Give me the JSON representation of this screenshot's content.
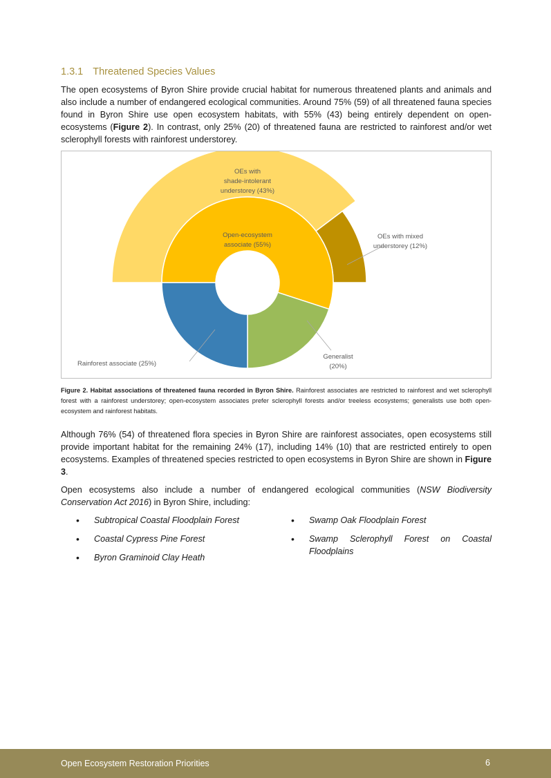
{
  "section": {
    "number": "1.3.1",
    "title": "Threatened Species Values"
  },
  "paragraph1": {
    "before_bold": "The open ecosystems of Byron Shire provide crucial habitat for numerous threatened plants and animals and also include a number of endangered ecological communities. Around 75% (59) of all threatened fauna species found in Byron Shire use open ecosystem habitats, with 55% (43) being entirely dependent on open-ecosystems (",
    "bold": "Figure 2",
    "after_bold": "). In contrast, only 25% (20) of threatened fauna are restricted to rainforest and/or wet sclerophyll forests with rainforest understorey."
  },
  "chart_data": {
    "type": "pie",
    "inner_ring": [
      {
        "label": "Open-ecosystem associate (55%)",
        "label_lines": [
          "Open-ecosystem",
          "associate (55%)"
        ],
        "value": 55,
        "color": "#ffc000"
      },
      {
        "label": "Generalist (20%)",
        "label_lines": [
          "Generalist",
          "(20%)"
        ],
        "value": 20,
        "color": "#9bbb59"
      },
      {
        "label": "Rainforest associate (25%)",
        "label_lines": [
          "Rainforest associate (25%)"
        ],
        "value": 25,
        "color": "#3a7fb5"
      }
    ],
    "outer_ring": [
      {
        "label": "OEs with shade-intolerant understorey (43%)",
        "label_lines": [
          "OEs with",
          "shade-intolerant",
          "understorey (43%)"
        ],
        "value": 43,
        "color": "#ffd966"
      },
      {
        "label": "OEs with mixed understorey (12%)",
        "label_lines": [
          "OEs with mixed",
          "understorey (12%)"
        ],
        "value": 12,
        "color": "#bf9000"
      }
    ]
  },
  "caption": {
    "bold": "Figure 2. Habitat associations of threatened fauna recorded in Byron Shire.",
    "text": " Rainforest associates are restricted to rainforest and wet sclerophyll forest with a rainforest understorey; open-ecosystem associates prefer sclerophyll forests and/or treeless ecosystems; generalists use both open-ecosystem and rainforest habitats."
  },
  "paragraph2": {
    "before_bold": "Although 76% (54) of threatened flora species in Byron Shire are rainforest associates, open ecosystems still provide important habitat for the remaining 24% (17), including 14% (10) that are restricted entirely to open ecosystems. Examples of threatened species restricted to open ecosystems in Byron Shire are shown in ",
    "bold": "Figure 3",
    "after_bold": "."
  },
  "paragraph3": {
    "before_italic": "Open ecosystems also include a number of endangered ecological communities (",
    "italic": "NSW Biodiversity Conservation Act 2016",
    "after_italic": ") in Byron Shire, including:"
  },
  "communities_left": [
    "Subtropical Coastal Floodplain Forest",
    "Coastal Cypress Pine Forest",
    "Byron Graminoid Clay Heath"
  ],
  "communities_right": [
    "Swamp Oak Floodplain Forest",
    "Swamp Sclerophyll Forest on Coastal Floodplains"
  ],
  "footer": {
    "title": "Open Ecosystem Restoration Priorities",
    "page": "6"
  }
}
